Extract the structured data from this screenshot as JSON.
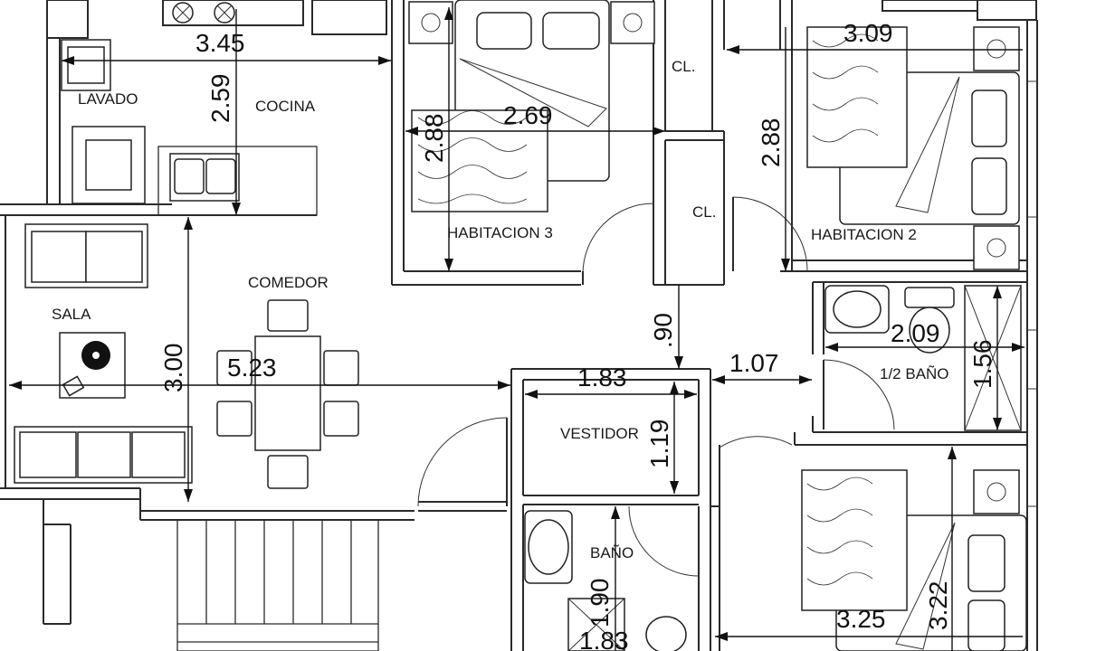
{
  "rooms": {
    "lavado": "LAVADO",
    "cocina": "COCINA",
    "sala": "SALA",
    "comedor": "COMEDOR",
    "habitacion3": "HABITACION 3",
    "habitacion2": "HABITACION 2",
    "closet1": "CL.",
    "closet2": "CL.",
    "medio_bano": "1/2 BAÑO",
    "vestidor": "VESTIDOR",
    "bano": "BAÑO"
  },
  "dimensions": {
    "cocina_width": "3.45",
    "cocina_depth": "2.59",
    "hab3_width": "2.69",
    "hab3_depth": "2.88",
    "hab2_width": "3.09",
    "hab2_depth": "2.88",
    "sala_width": "5.23",
    "sala_depth": "3.00",
    "pasillo_gap": ".90",
    "pasillo_width": "1.07",
    "medio_bano_width": "2.09",
    "medio_bano_depth": "1.56",
    "vestidor_width": "1.83",
    "vestidor_depth": "1.19",
    "bano_depth": "1.90",
    "bano_width": "1.83",
    "hab1_width": "3.25",
    "hab1_depth": "3.22"
  }
}
